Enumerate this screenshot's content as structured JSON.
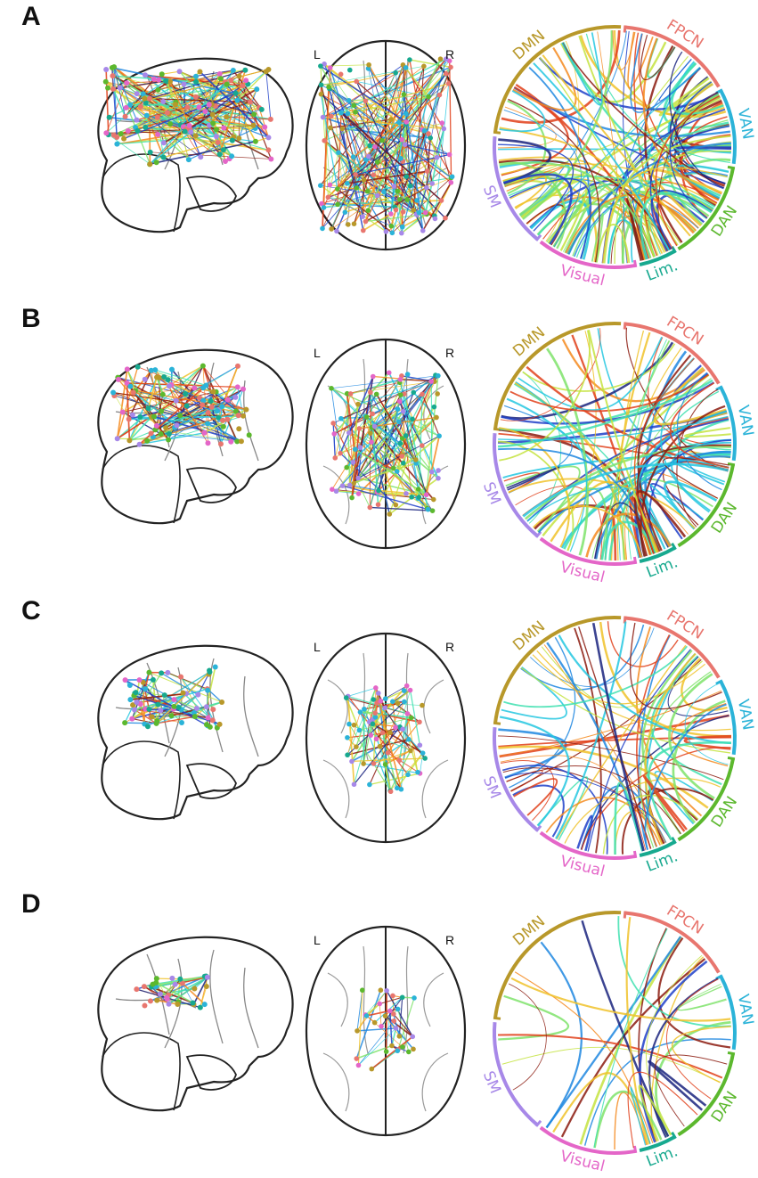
{
  "networks": [
    {
      "name": "FPCN",
      "color": "#e8766f"
    },
    {
      "name": "VAN",
      "color": "#2bb3d8"
    },
    {
      "name": "DAN",
      "color": "#5cb82e"
    },
    {
      "name": "Lim.",
      "color": "#17a98f"
    },
    {
      "name": "Visual",
      "color": "#e466c8"
    },
    {
      "name": "SM",
      "color": "#a788e8"
    },
    {
      "name": "DMN",
      "color": "#b8982a"
    }
  ],
  "hemisphere_labels": {
    "left": "L",
    "right": "R"
  },
  "edge_colors": [
    "#1a237e",
    "#1e40c8",
    "#1f87e0",
    "#25c7e0",
    "#3fe0b0",
    "#7fe36b",
    "#c4e33f",
    "#f0c22a",
    "#f58a1f",
    "#e0401a",
    "#8b1a0e"
  ],
  "panels": [
    {
      "letter": "A",
      "edge_density": 230,
      "node_count": 120,
      "chord_count": 140
    },
    {
      "letter": "B",
      "edge_density": 150,
      "node_count": 85,
      "chord_count": 100
    },
    {
      "letter": "C",
      "edge_density": 95,
      "node_count": 60,
      "chord_count": 70
    },
    {
      "letter": "D",
      "edge_density": 45,
      "node_count": 30,
      "chord_count": 34
    }
  ]
}
